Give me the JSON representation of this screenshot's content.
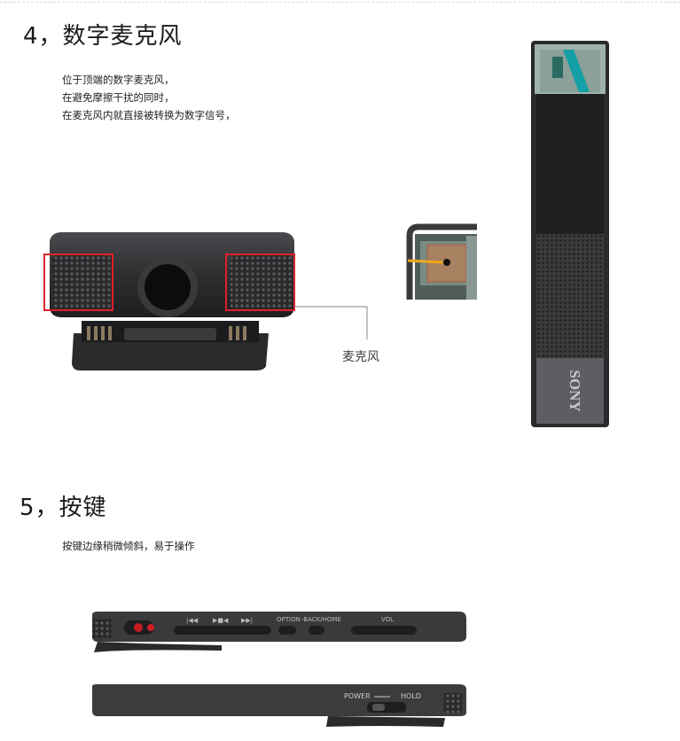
{
  "section4": {
    "heading": "4，数字麦克风",
    "lines": [
      "位于顶端的数字麦克风，",
      "在避免摩擦干扰的同时，",
      "在麦克风内就直接被转换为数字信号，"
    ],
    "callout_label": "麦克风",
    "brand": "SONY"
  },
  "section5": {
    "heading": "5，按键",
    "description": "按键边缘稍微倾斜，易于操作",
    "device_top_labels": [
      "OPTION",
      "-BACK/HOME",
      "VOL"
    ],
    "device_bottom_labels": [
      "POWER",
      "HOLD"
    ]
  },
  "colors": {
    "highlight_box": "#e0202a",
    "device_body": "#2f2f31",
    "mic_pointer": "#f0a81c",
    "teal_accent": "#14a0a4"
  }
}
